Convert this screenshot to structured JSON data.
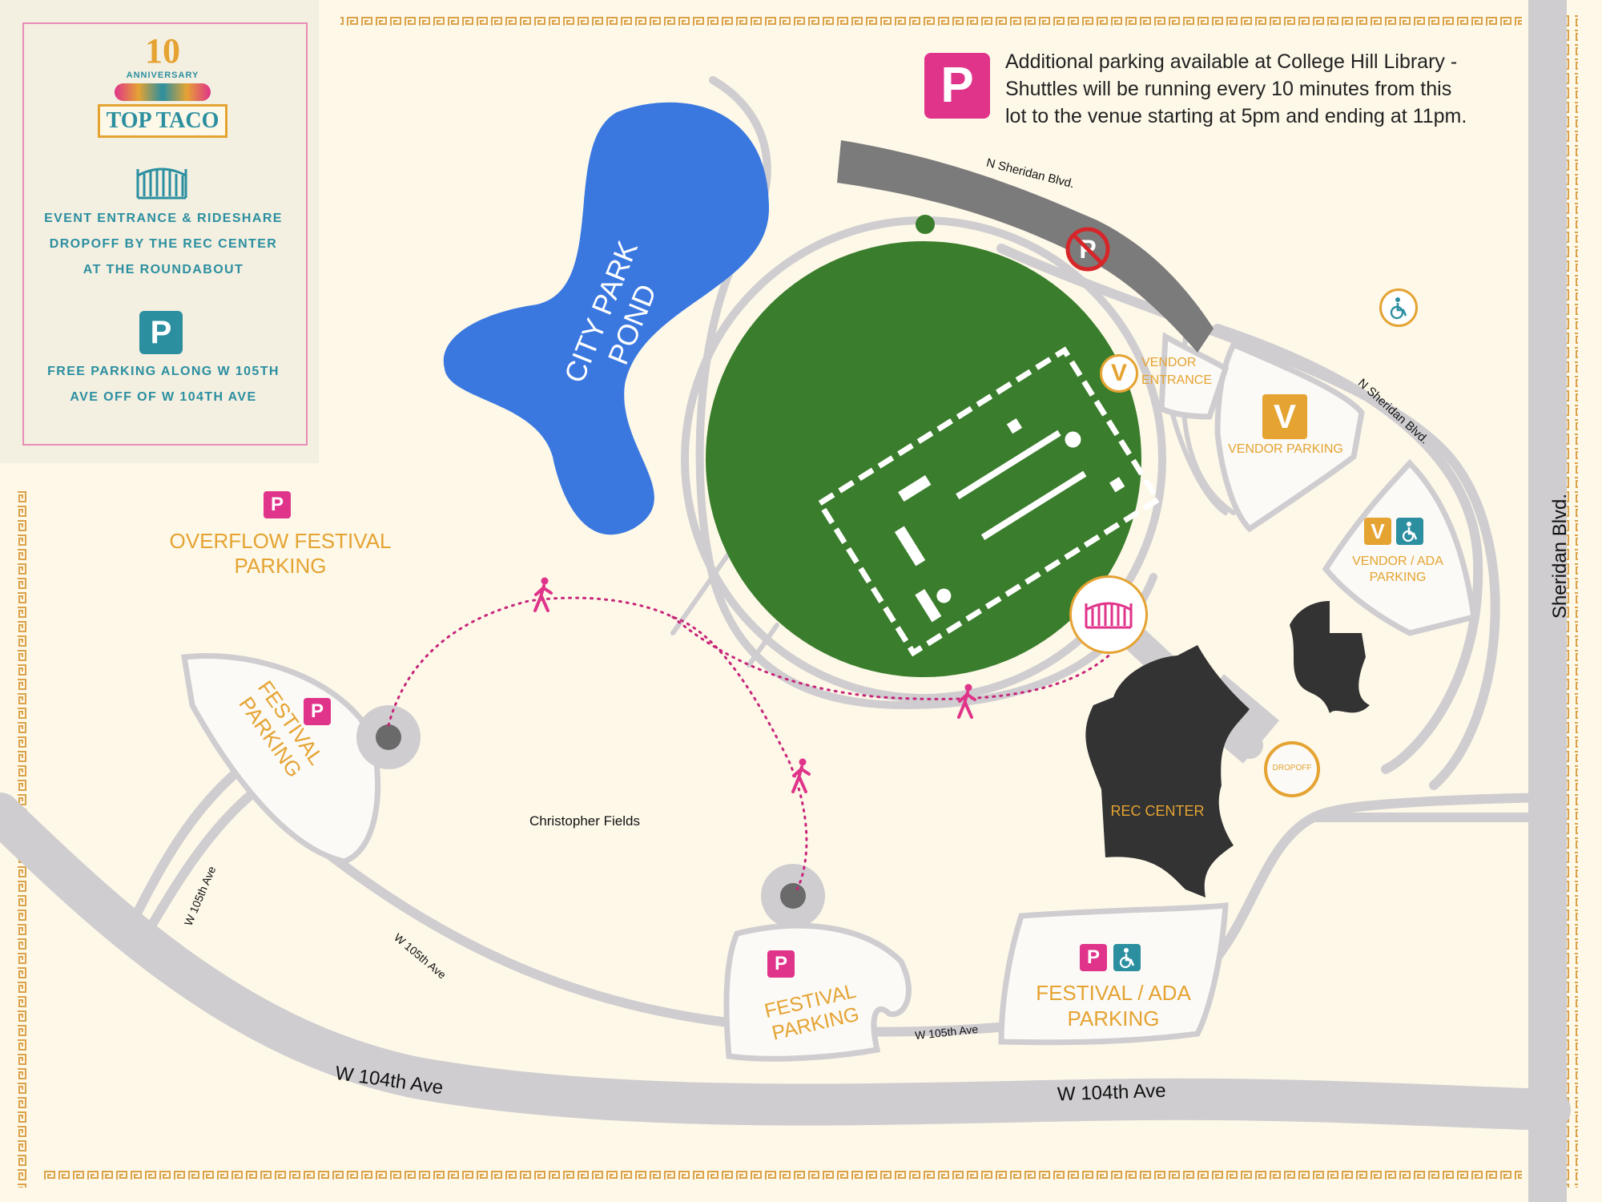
{
  "legend": {
    "logo_number": "10",
    "logo_subtitle": "ANNIVERSARY",
    "logo_title": "TOP TACO",
    "entrance_lines": [
      "EVENT ENTRANCE & RIDESHARE",
      "DROPOFF BY THE REC CENTER",
      "AT THE ROUNDABOUT"
    ],
    "parking_icon": "P",
    "parking_lines": [
      "FREE PARKING ALONG W 105TH",
      "AVE OFF OF W 104TH AVE"
    ]
  },
  "notice": {
    "icon": "P",
    "lines": [
      "Additional parking available at College Hill Library -",
      "Shuttles will be running every 10 minutes from this",
      "lot to the venue starting at 5pm and ending at 11pm."
    ]
  },
  "labels": {
    "pond": "CITY PARK POND",
    "overflow_parking": "OVERFLOW FESTIVAL PARKING",
    "festival_parking_left": "FESTIVAL PARKING",
    "festival_parking_bottom": "FESTIVAL PARKING",
    "festival_ada_line1": "FESTIVAL / ADA",
    "festival_ada_line2": "PARKING",
    "vendor_entrance_line1": "VENDOR",
    "vendor_entrance_line2": "ENTRANCE",
    "vendor_parking": "VENDOR PARKING",
    "vendor_ada_line1": "VENDOR / ADA",
    "vendor_ada_line2": "PARKING",
    "rec_center": "REC CENTER",
    "dropoff": "DROPOFF",
    "christopher_fields": "Christopher Fields",
    "vendor_icon": "V",
    "parking_icon": "P"
  },
  "streets": {
    "n_sheridan_top": "N Sheridan Blvd.",
    "n_sheridan_right": "N Sheridan Blvd.",
    "sheridan": "Sheridan Blvd.",
    "w104_left": "W 104th Ave",
    "w104_right": "W 104th Ave",
    "w105_left": "W 105th Ave",
    "w105_middle": "W 105th Ave",
    "w105_bottom": "W 105th Ave"
  },
  "icons": {
    "entrance_gate": "gate-icon",
    "no_parking": "no-parking-icon",
    "accessible": "wheelchair-icon",
    "pedestrian": "pedestrian-icon",
    "vendor": "vendor-icon",
    "parking": "parking-icon"
  },
  "colors": {
    "background": "#fdf8e8",
    "field": "#3a7d2c",
    "pond": "#3a78e0",
    "road": "#cfcdd0",
    "parking_pink": "#e0338a",
    "vendor_orange": "#e5a332",
    "teal": "#2b8fa0",
    "building": "#333333",
    "border_gold": "#dba24a"
  }
}
